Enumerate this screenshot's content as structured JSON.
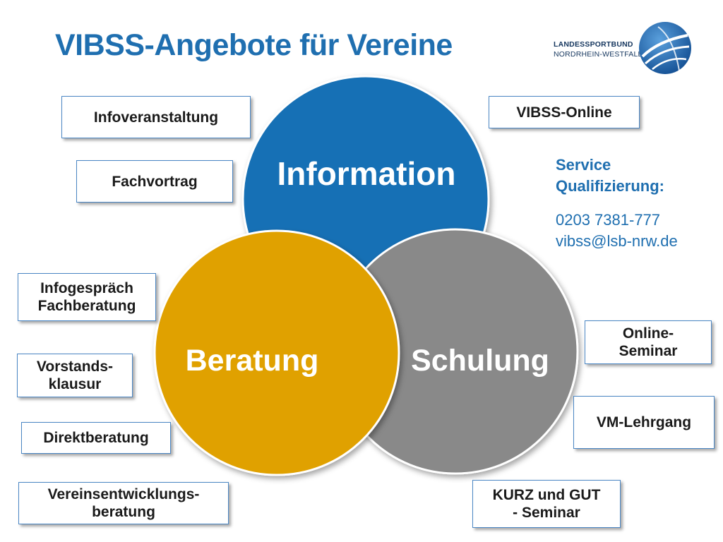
{
  "title": "VIBSS-Angebote für Vereine",
  "logo": {
    "line1": "LANDESSPORTBUND",
    "line2": "NORDRHEIN-WESTFALEN"
  },
  "circles": {
    "information": "Information",
    "beratung": "Beratung",
    "schulung": "Schulung"
  },
  "boxes": {
    "infoveranstaltung": "Infoveranstaltung",
    "fachvortrag": "Fachvortrag",
    "infogespraech": "Infogespräch\nFachberatung",
    "vorstandsklausur": "Vorstands-\nklausur",
    "direktberatung": "Direktberatung",
    "vereinsentwicklung": "Vereinsentwicklungs-\nberatung",
    "vibss_online": "VIBSS-Online",
    "online_seminar": "Online-\nSeminar",
    "vm_lehrgang": "VM-Lehrgang",
    "kurz_und_gut": "KURZ und GUT\n- Seminar"
  },
  "contact": {
    "heading_line1": "Service",
    "heading_line2": "Qualifizierung:",
    "phone": "0203 7381-777",
    "email": "vibss@lsb-nrw.de"
  },
  "colors": {
    "title": "#1f6fb0",
    "information": "#1370b5",
    "beratung": "#e0a100",
    "schulung": "#898989",
    "box_border": "#4a86c4"
  }
}
